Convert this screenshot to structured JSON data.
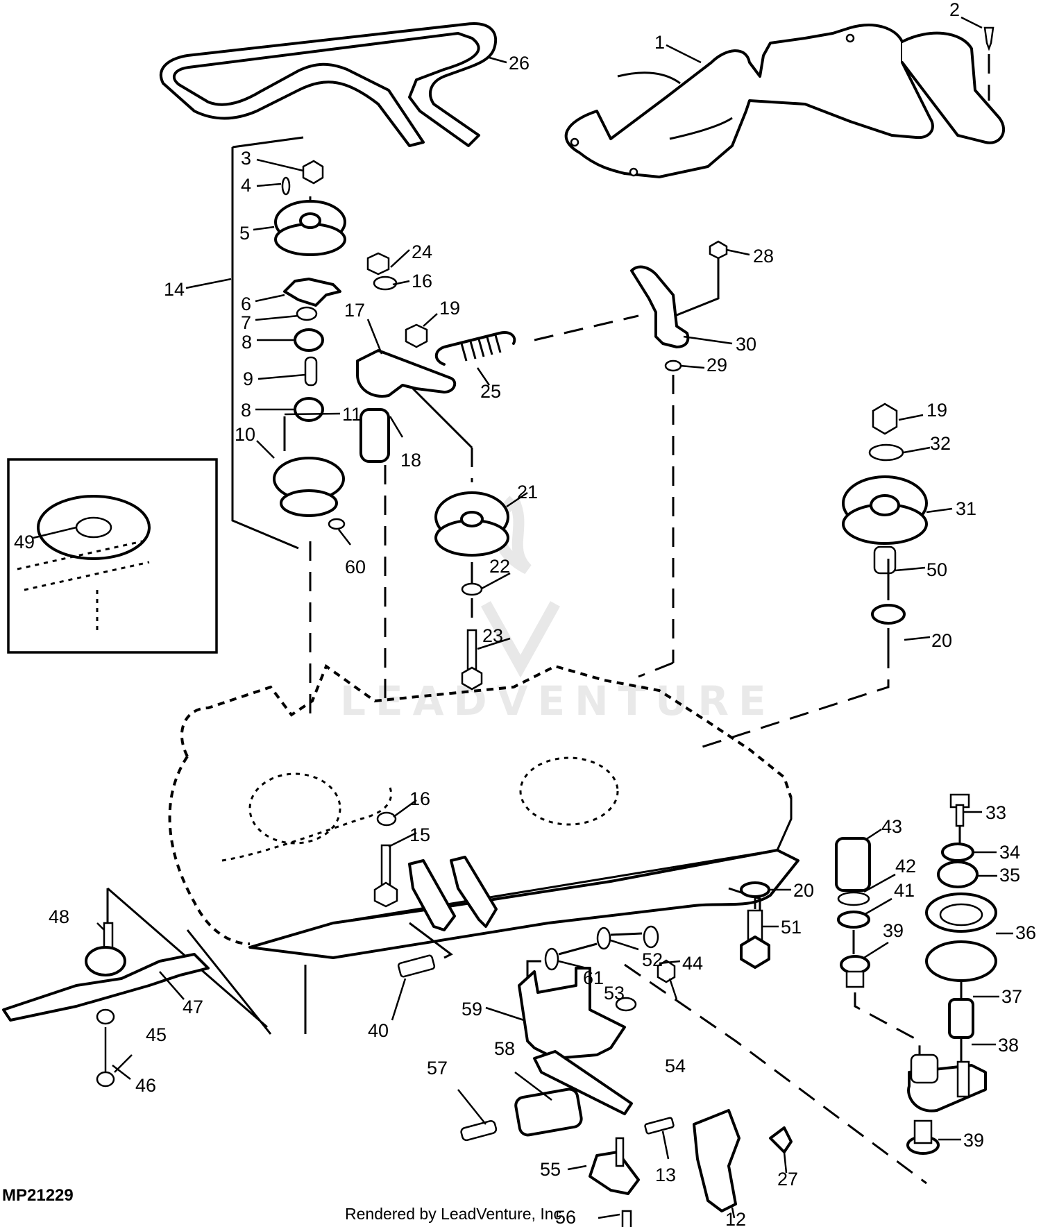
{
  "diagram": {
    "type": "exploded-parts-diagram",
    "subject": "mower deck, belts, pulleys and idler assembly",
    "figure_id": "MP21229",
    "credit": "Rendered by LeadVenture, Inc.",
    "watermark": "LEADVENTURE",
    "colors": {
      "line": "#000000",
      "background": "#ffffff",
      "watermark": "#d8d8d8"
    }
  },
  "callouts": [
    {
      "id": "c1",
      "label": "1"
    },
    {
      "id": "c2",
      "label": "2"
    },
    {
      "id": "c3",
      "label": "3"
    },
    {
      "id": "c4",
      "label": "4"
    },
    {
      "id": "c5",
      "label": "5"
    },
    {
      "id": "c6",
      "label": "6"
    },
    {
      "id": "c7",
      "label": "7"
    },
    {
      "id": "c8a",
      "label": "8"
    },
    {
      "id": "c8b",
      "label": "8"
    },
    {
      "id": "c9",
      "label": "9"
    },
    {
      "id": "c10",
      "label": "10"
    },
    {
      "id": "c11",
      "label": "11"
    },
    {
      "id": "c12",
      "label": "12"
    },
    {
      "id": "c13",
      "label": "13"
    },
    {
      "id": "c14",
      "label": "14"
    },
    {
      "id": "c15",
      "label": "15"
    },
    {
      "id": "c16a",
      "label": "16"
    },
    {
      "id": "c16b",
      "label": "16"
    },
    {
      "id": "c17",
      "label": "17"
    },
    {
      "id": "c18",
      "label": "18"
    },
    {
      "id": "c19a",
      "label": "19"
    },
    {
      "id": "c19b",
      "label": "19"
    },
    {
      "id": "c20a",
      "label": "20"
    },
    {
      "id": "c20b",
      "label": "20"
    },
    {
      "id": "c21",
      "label": "21"
    },
    {
      "id": "c22",
      "label": "22"
    },
    {
      "id": "c23",
      "label": "23"
    },
    {
      "id": "c24",
      "label": "24"
    },
    {
      "id": "c25",
      "label": "25"
    },
    {
      "id": "c26",
      "label": "26"
    },
    {
      "id": "c27",
      "label": "27"
    },
    {
      "id": "c28",
      "label": "28"
    },
    {
      "id": "c29",
      "label": "29"
    },
    {
      "id": "c30",
      "label": "30"
    },
    {
      "id": "c31",
      "label": "31"
    },
    {
      "id": "c32",
      "label": "32"
    },
    {
      "id": "c33",
      "label": "33"
    },
    {
      "id": "c34",
      "label": "34"
    },
    {
      "id": "c35",
      "label": "35"
    },
    {
      "id": "c36",
      "label": "36"
    },
    {
      "id": "c37",
      "label": "37"
    },
    {
      "id": "c38",
      "label": "38"
    },
    {
      "id": "c39a",
      "label": "39"
    },
    {
      "id": "c39b",
      "label": "39"
    },
    {
      "id": "c40",
      "label": "40"
    },
    {
      "id": "c41",
      "label": "41"
    },
    {
      "id": "c42",
      "label": "42"
    },
    {
      "id": "c43",
      "label": "43"
    },
    {
      "id": "c44",
      "label": "44"
    },
    {
      "id": "c45",
      "label": "45"
    },
    {
      "id": "c46",
      "label": "46"
    },
    {
      "id": "c47",
      "label": "47"
    },
    {
      "id": "c48",
      "label": "48"
    },
    {
      "id": "c49",
      "label": "49"
    },
    {
      "id": "c50",
      "label": "50"
    },
    {
      "id": "c51",
      "label": "51"
    },
    {
      "id": "c52",
      "label": "52"
    },
    {
      "id": "c53",
      "label": "53"
    },
    {
      "id": "c54",
      "label": "54"
    },
    {
      "id": "c55",
      "label": "55"
    },
    {
      "id": "c56",
      "label": "56"
    },
    {
      "id": "c57",
      "label": "57"
    },
    {
      "id": "c58",
      "label": "58"
    },
    {
      "id": "c59",
      "label": "59"
    },
    {
      "id": "c60",
      "label": "60"
    },
    {
      "id": "c61",
      "label": "61"
    }
  ]
}
